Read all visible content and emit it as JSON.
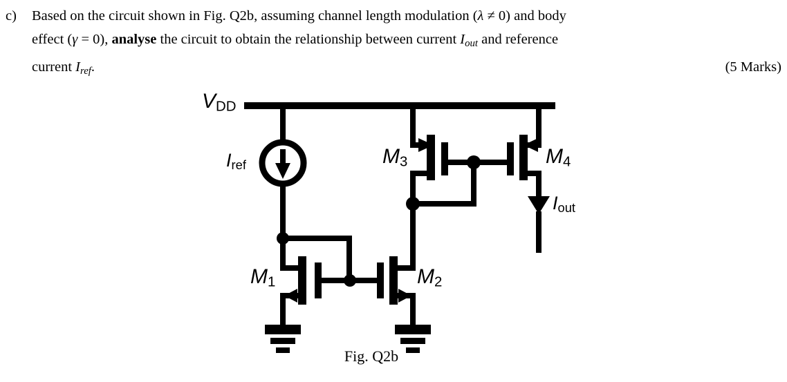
{
  "question": {
    "marker": "c)",
    "line1_parts": {
      "a": "Based on the circuit shown in Fig. Q2b, assuming channel length modulation (",
      "lambda": "λ",
      "b": " ≠ 0) and body"
    },
    "line2_parts": {
      "a": "effect (",
      "gamma": "γ",
      "b": " = 0), ",
      "bold": "analyse",
      "c": " the circuit to obtain the relationship between current ",
      "var_I": "I",
      "var_I_sub": "out",
      "d": " and reference"
    },
    "line3_parts": {
      "a": "current ",
      "var_I": "I",
      "var_I_sub": "ref",
      "b": "."
    },
    "marks": "(5 Marks)"
  },
  "circuit": {
    "caption": "Fig. Q2b",
    "labels": {
      "vdd": {
        "main": "V",
        "sub": "DD"
      },
      "iref": {
        "main": "I",
        "sub": "ref"
      },
      "iout": {
        "main": "I",
        "sub": "out"
      },
      "m1": {
        "main": "M",
        "sub": "1"
      },
      "m2": {
        "main": "M",
        "sub": "2"
      },
      "m3": {
        "main": "M",
        "sub": "3"
      },
      "m4": {
        "main": "M",
        "sub": "4"
      }
    },
    "colors": {
      "wire": "#000000",
      "label": "#000000",
      "background": "#ffffff"
    },
    "components": [
      {
        "name": "vdd-rail",
        "type": "supply-rail"
      },
      {
        "name": "current-source-iref",
        "type": "current-source"
      },
      {
        "name": "transistor-m1",
        "type": "nmos"
      },
      {
        "name": "transistor-m2",
        "type": "nmos"
      },
      {
        "name": "transistor-m3",
        "type": "pmos"
      },
      {
        "name": "transistor-m4",
        "type": "pmos"
      },
      {
        "name": "ground-m1",
        "type": "ground"
      },
      {
        "name": "ground-m2",
        "type": "ground"
      },
      {
        "name": "output-arrow-iout",
        "type": "current-arrow"
      }
    ]
  }
}
